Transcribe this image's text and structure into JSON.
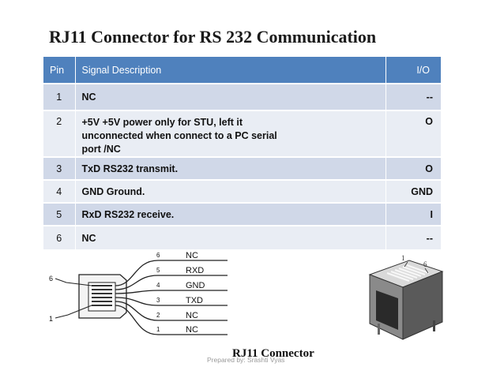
{
  "title": "RJ11 Connector for RS 232 Communication",
  "table": {
    "headers": [
      "Pin",
      "Signal Description",
      "I/O"
    ],
    "rows": [
      {
        "pin": "1",
        "desc": "NC",
        "io": "--"
      },
      {
        "pin": "2",
        "desc": "+5V +5V power only for STU, left it unconnected when connect to a PC serial port /NC",
        "io": "O"
      },
      {
        "pin": "3",
        "desc": "TxD RS232 transmit.",
        "io": "O"
      },
      {
        "pin": "4",
        "desc": "GND Ground.",
        "io": "GND"
      },
      {
        "pin": "5",
        "desc": "RxD RS232 receive.",
        "io": "I"
      },
      {
        "pin": "6",
        "desc": "NC",
        "io": "--"
      }
    ]
  },
  "diagram": {
    "side_labels": [
      "6",
      "1"
    ],
    "wires": [
      {
        "num": "6",
        "label": "NC"
      },
      {
        "num": "5",
        "label": "RXD"
      },
      {
        "num": "4",
        "label": "GND"
      },
      {
        "num": "3",
        "label": "TXD"
      },
      {
        "num": "2",
        "label": "NC"
      },
      {
        "num": "1",
        "label": "NC"
      }
    ],
    "jack_labels": [
      "1",
      "6"
    ]
  },
  "caption": "RJ11 Connector",
  "footer": "Prepared by: Srashti Vyas"
}
